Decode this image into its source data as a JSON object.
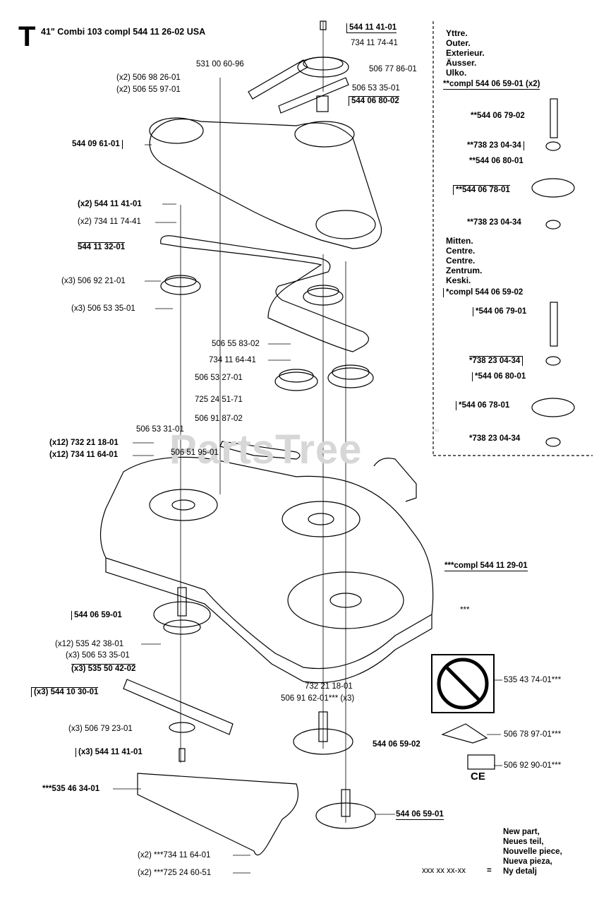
{
  "header": {
    "letter": "T",
    "text": "41\" Combi 103 compl 544 11 26-02 USA"
  },
  "watermark": {
    "text": "PartsTree",
    "mark": "™"
  },
  "sidebar_outer": {
    "lines": [
      "Yttre.",
      "Outer.",
      "Exterieur.",
      "Äusser.",
      "Ulko."
    ],
    "assembly": "**compl 544 06 59-01 (x2)",
    "parts": [
      "**544 06 79-02",
      "**738 23 04-34",
      "**544 06 80-01",
      "**544 06 78-01",
      "**738 23 04-34"
    ]
  },
  "sidebar_center": {
    "lines": [
      "Mitten.",
      "Centre.",
      "Centre.",
      "Zentrum.",
      "Keski."
    ],
    "assembly": "*compl 544 06 59-02",
    "parts": [
      "*544 06 79-01",
      "*738 23 04-34",
      "*544 06 80-01",
      "*544 06 78-01",
      "*738 23 04-34"
    ]
  },
  "legend": {
    "code": "xxx xx xx-xx",
    "equals": "=",
    "lines": [
      "New part,",
      "Neues teil,",
      "Nouvelle piece,",
      "Nueva pieza,",
      "Ny detalj"
    ]
  },
  "labels": {
    "p01": "544 11 41-01",
    "p02": "734 11 74-41",
    "p03": "531 00 60-96",
    "p04": "506 77 86-01",
    "p05": "(x2) 506 98 26-01",
    "p06": "(x2) 506 55 97-01",
    "p07": "506 53 35-01",
    "p08": "544 06 80-02",
    "p09": "544 09 61-01",
    "p10": "(x2) 544 11 41-01",
    "p11": "(x2) 734 11 74-41",
    "p12": "544 11 32-01",
    "p13": "(x3) 506 92 21-01",
    "p14": "(x3) 506 53 35-01",
    "p15": "506 55 83-02",
    "p16": "734 11 64-41",
    "p17": "506 53 27-01",
    "p18": "725 24 51-71",
    "p19": "506 91 87-02",
    "p20": "506 53 31-01",
    "p21": "(x12) 732 21 18-01",
    "p22": "(x12) 734 11 64-01",
    "p23": "506 51 95-01",
    "p24": "***compl 544 11 29-01",
    "p25": "***",
    "p26": "544 06 59-01",
    "p27": "(x12) 535 42 38-01",
    "p28": "(x3) 506 53 35-01",
    "p29": "(x3) 535 50 42-02",
    "p30": "(x3) 544 10 30-01",
    "p31": "(x3) 506 79 23-01",
    "p32": "(x3) 544 11 41-01",
    "p33": "***535 46 34-01",
    "p34": "(x2) ***734 11 64-01",
    "p35": "(x2) ***725 24 60-51",
    "p36": "732 21 18-01",
    "p37": "506 91 62-01*** (x3)",
    "p38": "544 06 59-02",
    "p39": "544 06 59-01",
    "p40": "535 43 74-01***",
    "p41": "506 78 97-01***",
    "p42": "506 92 90-01***"
  },
  "symbols": {
    "warning_icon": "no-riding-children-warning-icon",
    "ce_mark": "CE"
  }
}
